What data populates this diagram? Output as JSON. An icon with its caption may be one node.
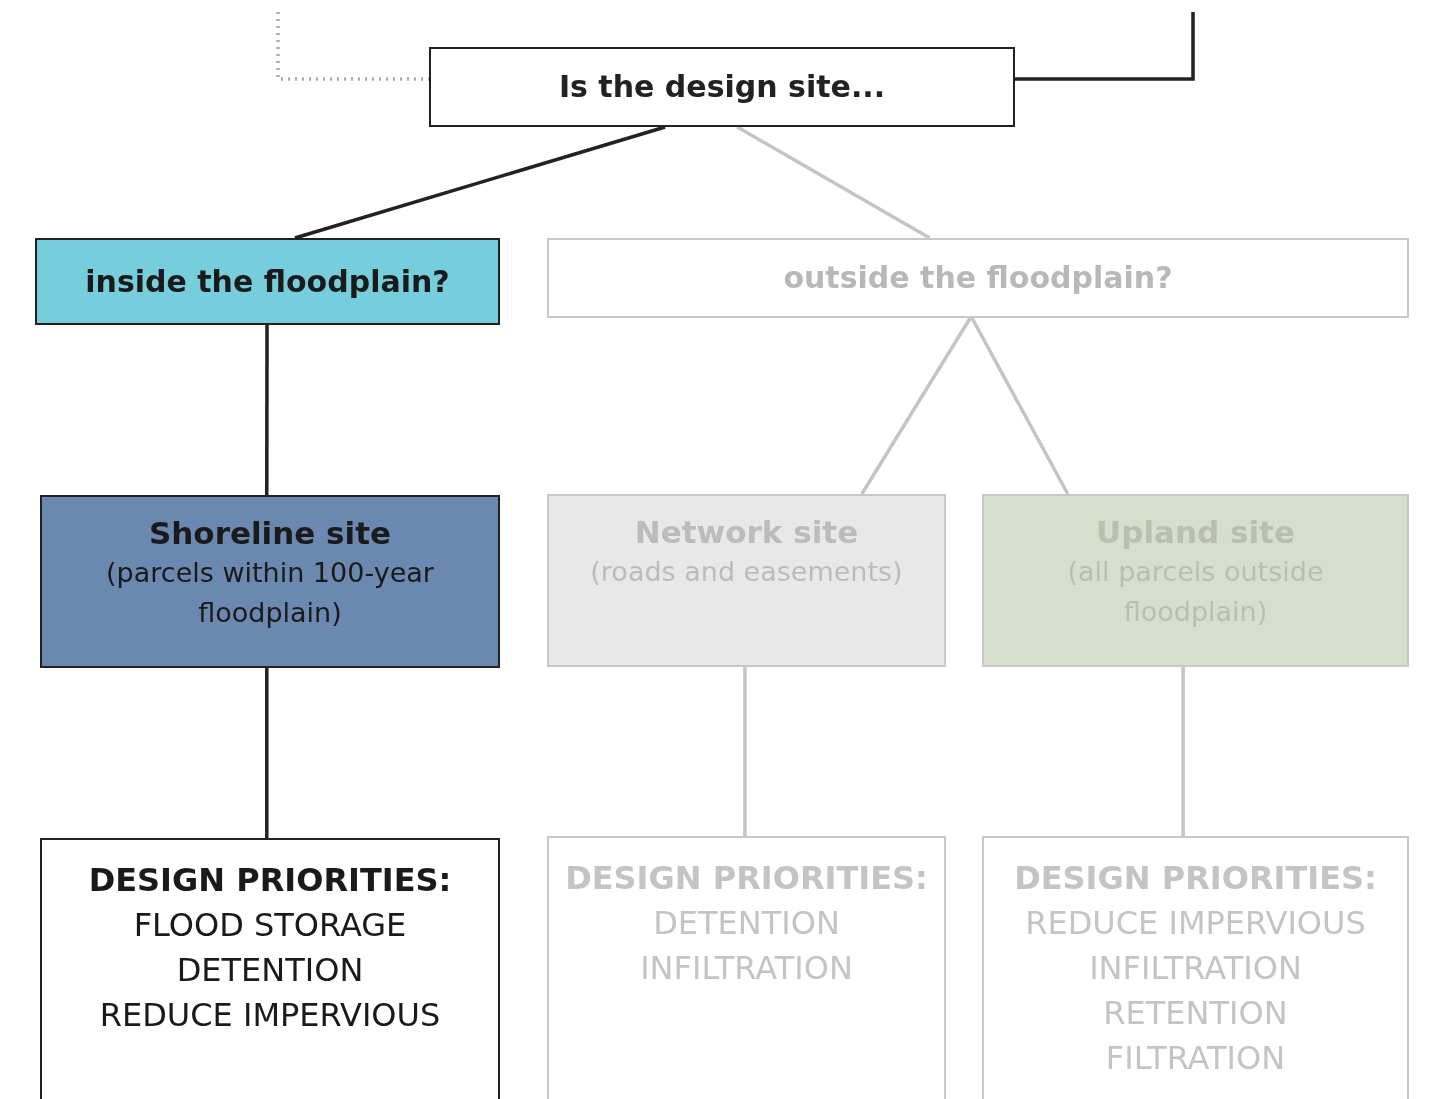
{
  "diagram": {
    "nodes": [
      {
        "text": [
          "Is the design site..."
        ]
      },
      {
        "text": [
          "inside the floodplain?"
        ]
      },
      {
        "text": [
          "outside the floodplain?"
        ]
      },
      {
        "text": [
          "Shoreline site",
          "(parcels within 100-year floodplain)"
        ]
      },
      {
        "text": [
          "Network site",
          "(roads and easements)"
        ]
      },
      {
        "text": [
          "Upland site",
          "(all parcels outside floodplain)"
        ]
      },
      {
        "text": [
          "DESIGN PRIORITIES:",
          "FLOOD STORAGE",
          "DETENTION",
          "REDUCE IMPERVIOUS"
        ]
      },
      {
        "text": [
          "DESIGN PRIORITIES:",
          "DETENTION",
          "INFILTRATION"
        ]
      },
      {
        "text": [
          "DESIGN PRIORITIES:",
          "REDUCE IMPERVIOUS",
          "INFILTRATION",
          "RETENTION",
          "FILTRATION"
        ]
      }
    ],
    "edges": [
      {
        "from": null,
        "to": 0,
        "arrow": "none",
        "style": "dashed",
        "color": "#aaaaaa"
      },
      {
        "from": 0,
        "to": null,
        "arrow": "none",
        "color": "#222222"
      },
      {
        "from": 0,
        "to": 1,
        "arrow": "none",
        "color": "#222222"
      },
      {
        "from": 0,
        "to": 2,
        "arrow": "none",
        "color": "#c4c4c4"
      },
      {
        "from": 1,
        "to": 3,
        "arrow": "none",
        "color": "#222222"
      },
      {
        "from": 2,
        "to": 4,
        "arrow": "none",
        "color": "#c4c4c4"
      },
      {
        "from": 2,
        "to": 5,
        "arrow": "none",
        "color": "#c4c4c4"
      },
      {
        "from": 3,
        "to": 6,
        "arrow": "none",
        "color": "#222222"
      },
      {
        "from": 4,
        "to": 7,
        "arrow": "none",
        "color": "#c4c4c4"
      },
      {
        "from": 5,
        "to": 8,
        "arrow": "none",
        "color": "#c4c4c4"
      }
    ]
  }
}
